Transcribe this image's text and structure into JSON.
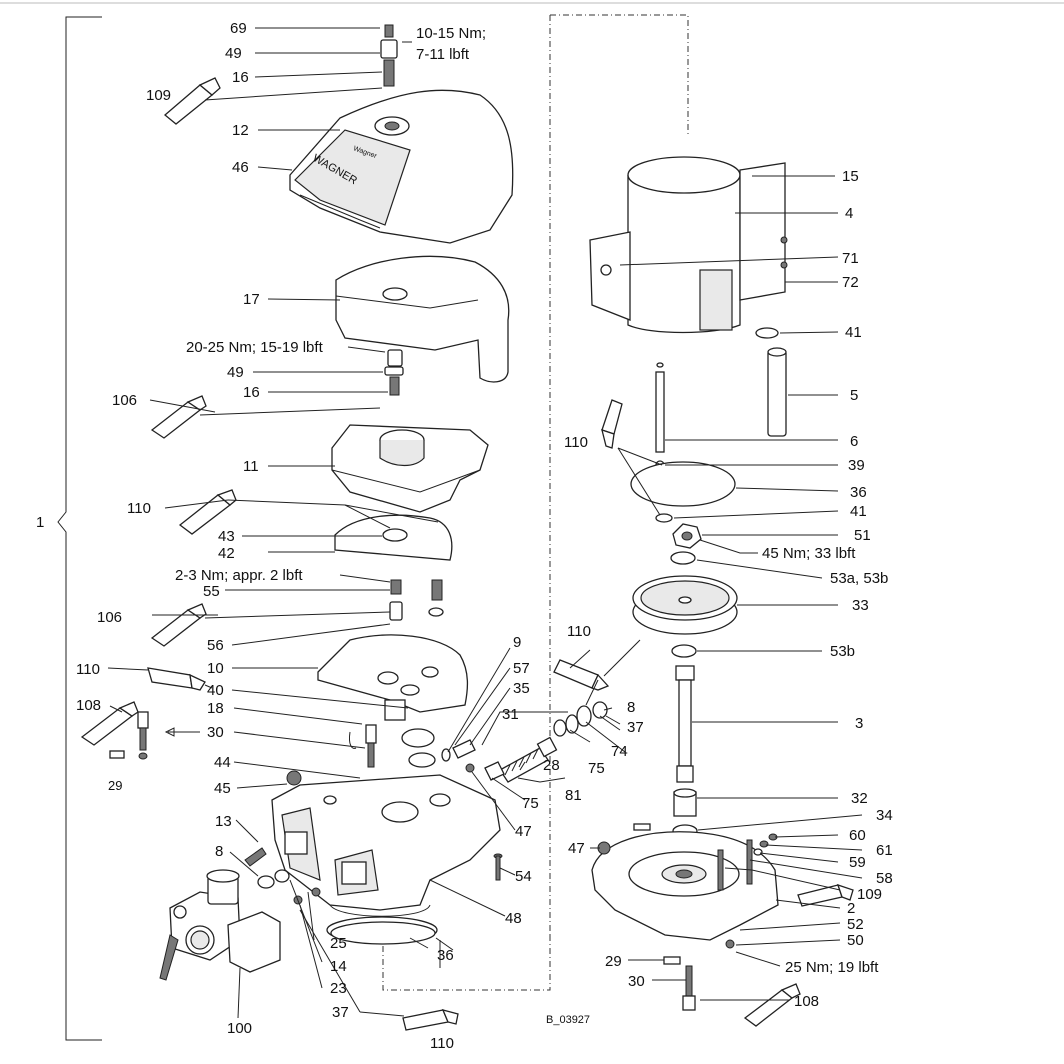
{
  "labels": {
    "l69": "69",
    "l49a": "49",
    "l16a": "16",
    "l109a": "109",
    "l12": "12",
    "l46": "46",
    "l17": "17",
    "l49b": "49",
    "l16b": "16",
    "l106a": "106",
    "l11": "11",
    "l110a": "110",
    "l43": "43",
    "l42": "42",
    "l55": "55",
    "l106b": "106",
    "l56": "56",
    "l10": "10",
    "l110b": "110",
    "l40": "40",
    "l108a": "108",
    "l18": "18",
    "l30a": "30",
    "l29a": "29",
    "l44": "44",
    "l45": "45",
    "l13": "13",
    "l8a": "8",
    "l25": "25",
    "l14": "14",
    "l23": "23",
    "l37a": "37",
    "l100": "100",
    "l110c": "110",
    "l36a": "36",
    "l48": "48",
    "l54": "54",
    "l9": "9",
    "l57": "57",
    "l35": "35",
    "l31": "31",
    "l28": "28",
    "l81": "81",
    "l75a": "75",
    "l75b": "75",
    "l47a": "47",
    "l74": "74",
    "l8b": "8",
    "l37b": "37",
    "l110d": "110",
    "l15": "15",
    "l4": "4",
    "l71": "71",
    "l72": "72",
    "l41a": "41",
    "l5": "5",
    "l6": "6",
    "l110e": "110",
    "l39": "39",
    "l36b": "36",
    "l41b": "41",
    "l51": "51",
    "l53": "53a, 53b",
    "l33": "33",
    "l53b": "53b",
    "l3": "3",
    "l32": "32",
    "l34": "34",
    "l60": "60",
    "l61": "61",
    "l59": "59",
    "l58": "58",
    "l109b": "109",
    "l2": "2",
    "l52": "52",
    "l50": "50",
    "l47b": "47",
    "l29b": "29",
    "l30b": "30",
    "l108b": "108",
    "l1": "1"
  },
  "torques": {
    "t69": "10-15 Nm;",
    "t69b": "7-11 lbft",
    "t49": "20-25 Nm; 15-19 lbft",
    "t55": "2-3 Nm; appr. 2 lbft",
    "t51": "45 Nm; 33 lbft",
    "t50": "25 Nm; 19 lbft"
  },
  "brand": {
    "cover_text": "WAGNER",
    "cover_logo": "Wagner"
  },
  "drawing_ref": "B_03927"
}
